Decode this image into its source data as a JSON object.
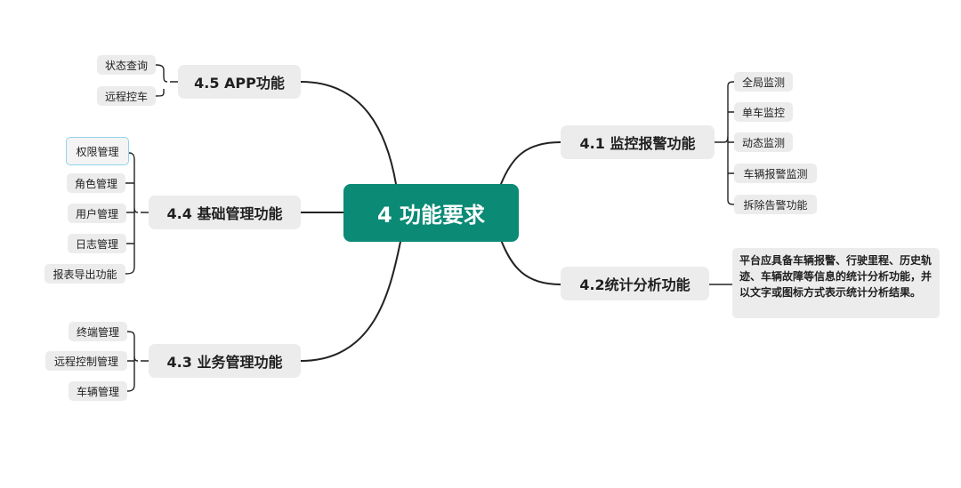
{
  "root": {
    "label": "4 功能要求"
  },
  "branches": {
    "b41": {
      "label": "4.1 监控报警功能",
      "items": [
        "全局监测",
        "单车监控",
        "动态监测",
        "车辆报警监测",
        "拆除告警功能"
      ]
    },
    "b42": {
      "label": "4.2统计分析功能",
      "description": "平台应具备车辆报警、行驶里程、历史轨迹、车辆故障等信息的统计分析功能，并以文字或图标方式表示统计分析结果。"
    },
    "b43": {
      "label": "4.3 业务管理功能",
      "items": [
        "终端管理",
        "远程控制管理",
        "车辆管理"
      ]
    },
    "b44": {
      "label": "4.4 基础管理功能",
      "items": [
        "权限管理",
        "角色管理",
        "用户管理",
        "日志管理",
        "报表导出功能"
      ]
    },
    "b45": {
      "label": "4.5 APP功能",
      "items": [
        "状态查询",
        "远程控车"
      ]
    }
  },
  "colors": {
    "root_bg": "#0b8a75",
    "node_bg": "#ececec",
    "line": "#222222",
    "selection": "#8fd3ec"
  }
}
